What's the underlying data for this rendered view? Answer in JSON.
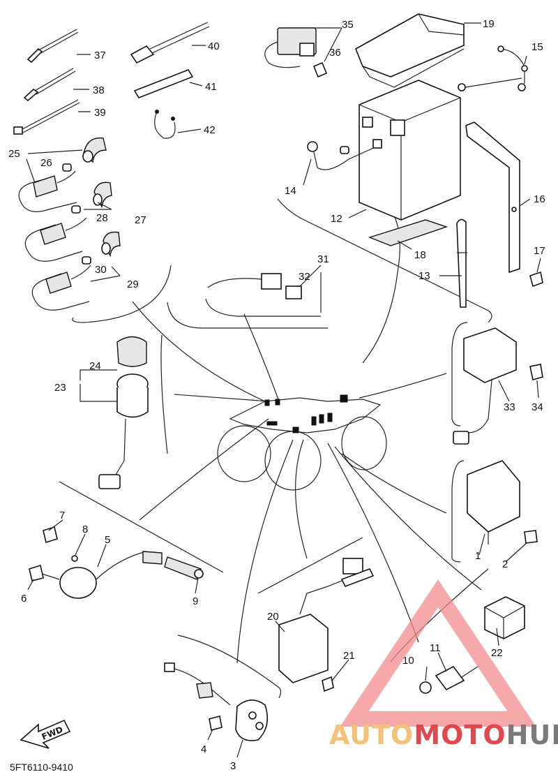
{
  "diagram": {
    "part_code": "5FT6110-9410",
    "direction_label": "FWD",
    "watermark": {
      "part1": "AUTO",
      "part2": "MOTO",
      "part3": "HUB"
    },
    "callouts": {
      "c1": "1",
      "c2": "2",
      "c3": "3",
      "c4": "4",
      "c5": "5",
      "c6": "6",
      "c7": "7",
      "c8": "8",
      "c9": "9",
      "c10": "10",
      "c11": "11",
      "c12": "12",
      "c13": "13",
      "c14": "14",
      "c15": "15",
      "c16": "16",
      "c17": "17",
      "c18": "18",
      "c19": "19",
      "c20": "20",
      "c21": "21",
      "c22": "22",
      "c23": "23",
      "c24": "24",
      "c25": "25",
      "c26": "26",
      "c27": "27",
      "c28": "28",
      "c29": "29",
      "c30": "30",
      "c31": "31",
      "c32": "32",
      "c33": "33",
      "c34": "34",
      "c35": "35",
      "c36": "36",
      "c37": "37",
      "c38": "38",
      "c39": "39",
      "c40": "40",
      "c41": "41",
      "c42": "42"
    },
    "colors": {
      "line": "#222222",
      "watermark_red": "#e0484c",
      "watermark_orange": "#f3c177",
      "watermark_gray": "#7a7a7a"
    }
  }
}
